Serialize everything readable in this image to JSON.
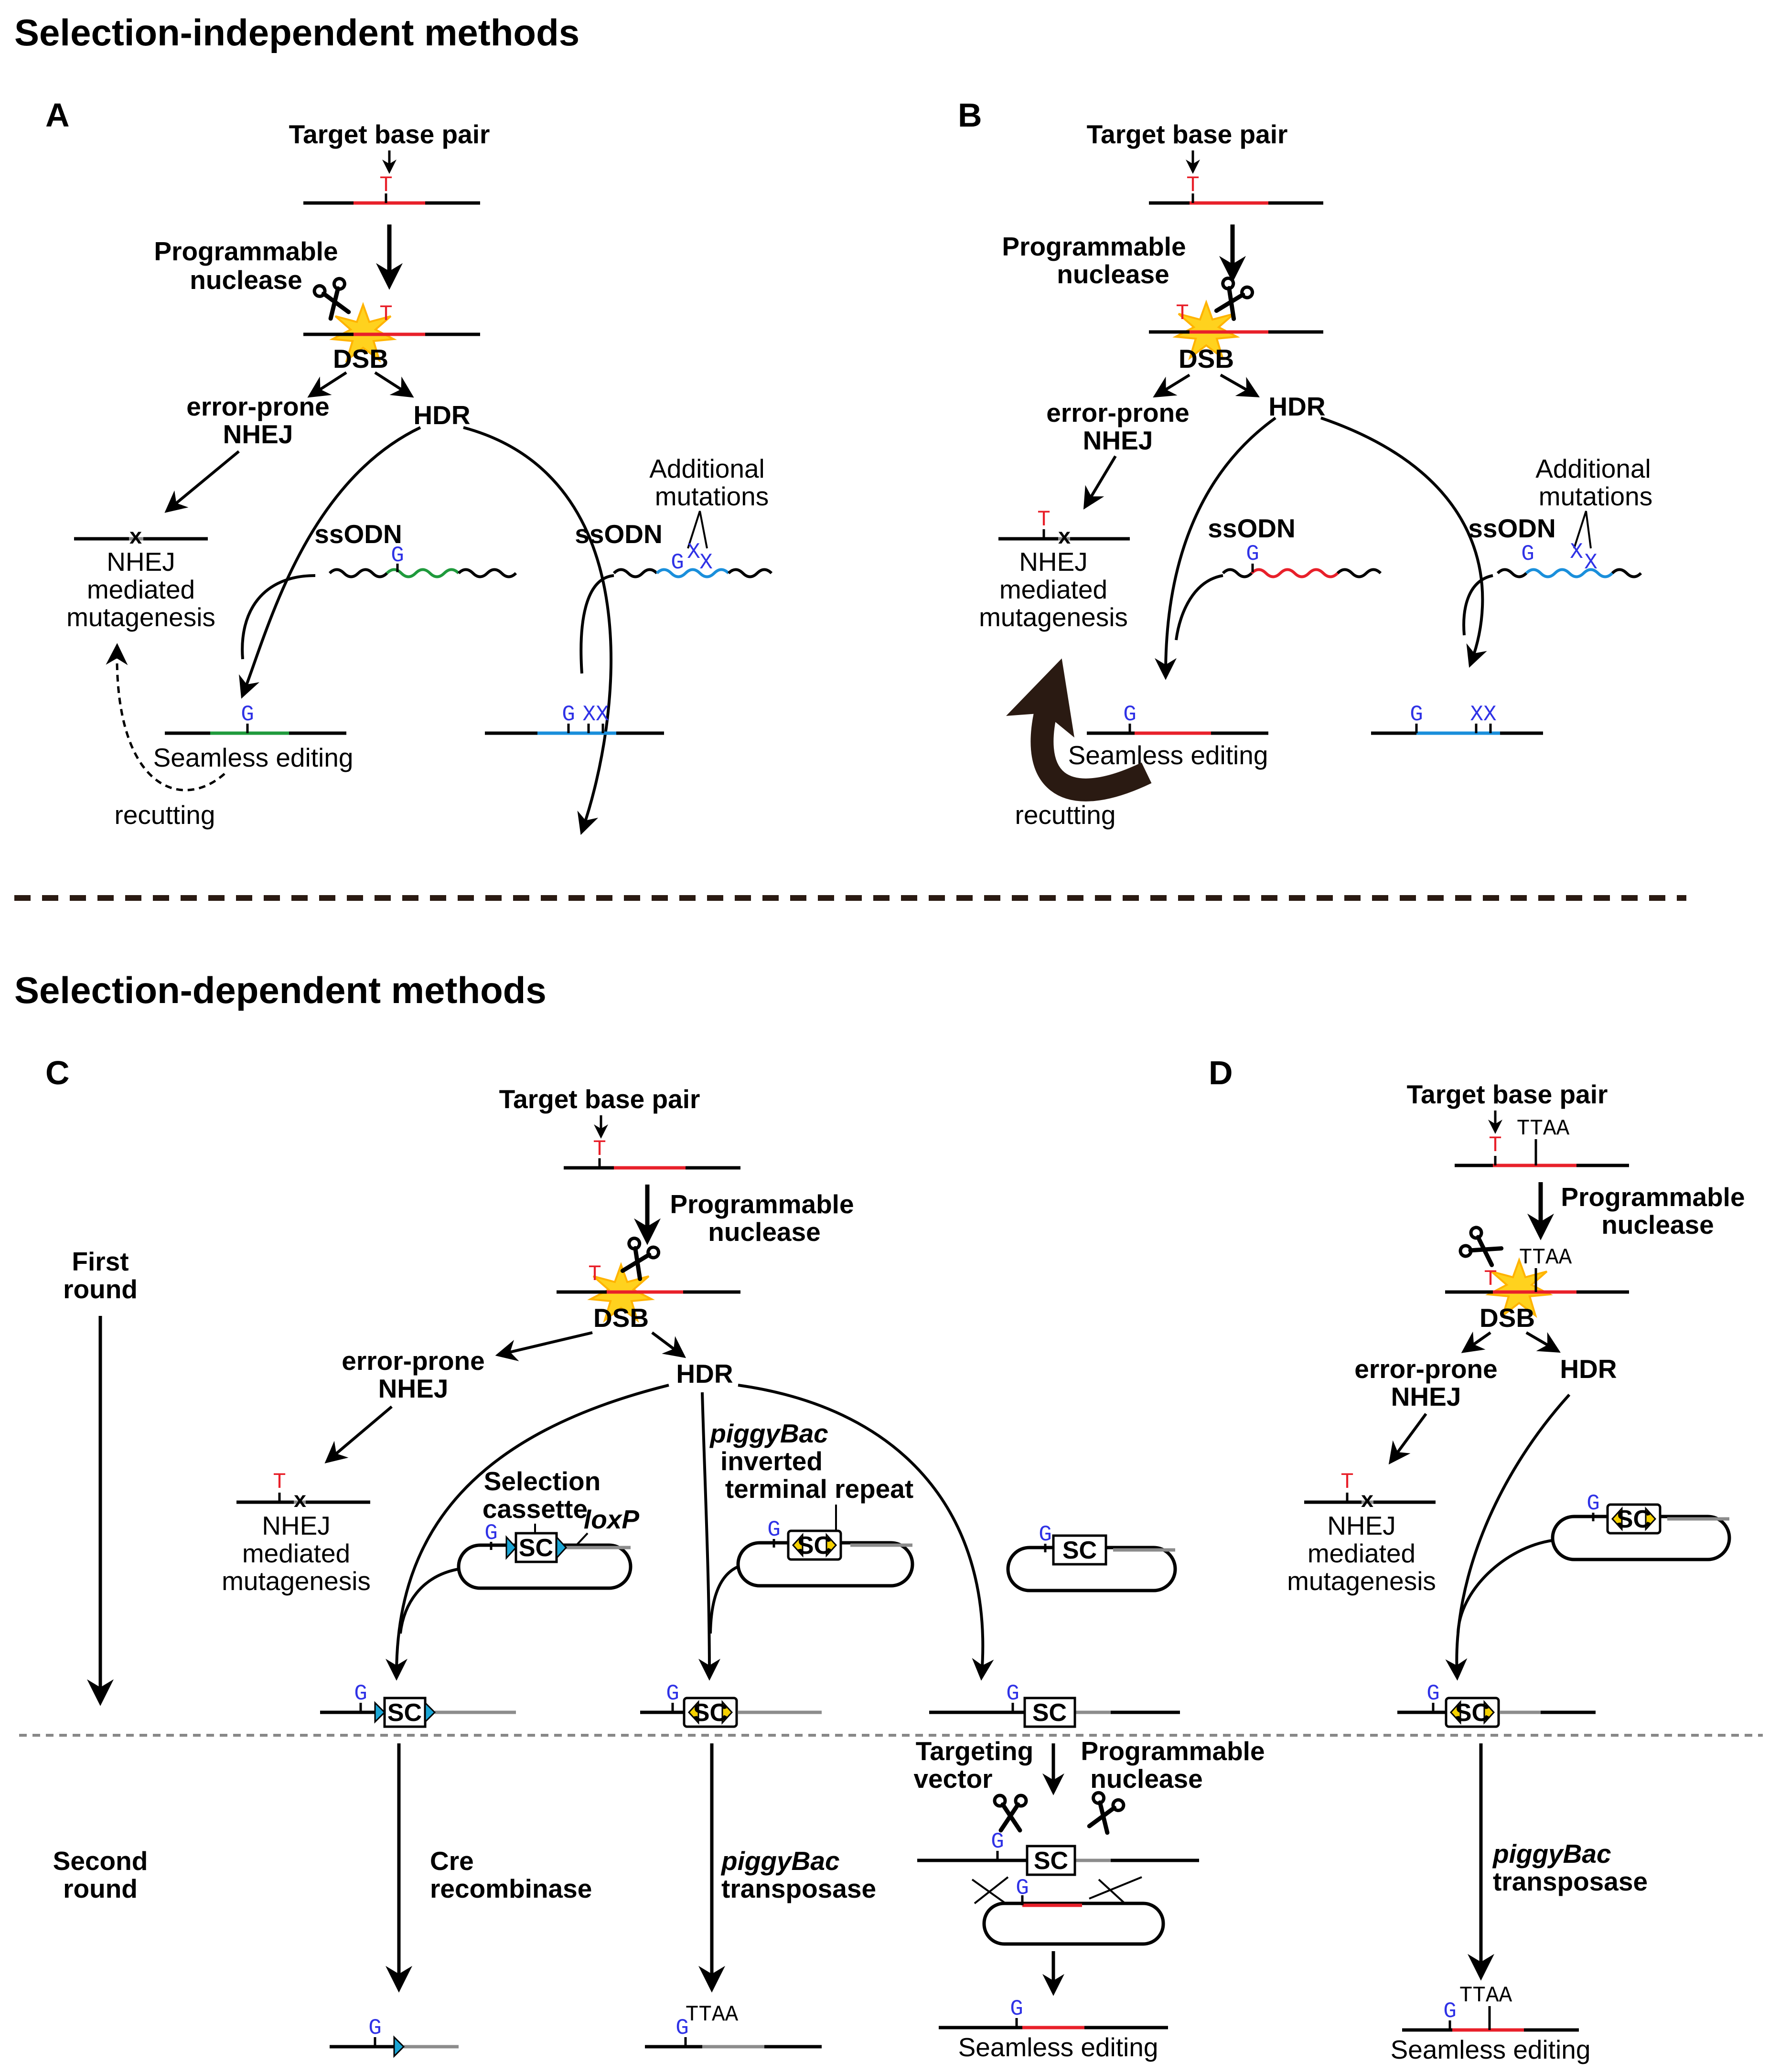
{
  "colors": {
    "target": "#e8202a",
    "edit": "#2f32e6",
    "ssodn_green": "#1f9a3c",
    "ssodn_blue": "#1a8fdb",
    "gray_seg": "#8c8c8c",
    "burst": "#ffd21e",
    "burst_edge": "#ffb300",
    "lox": "#1aa6d6",
    "pb": "#f5d000",
    "recut": "#2a1a12"
  },
  "headings": {
    "independent": "Selection-independent methods",
    "dependent": "Selection-dependent methods"
  },
  "panels": {
    "a": "A",
    "b": "B",
    "c": "C",
    "d": "D"
  },
  "labels": {
    "target_base_pair": "Target base pair",
    "programmable": "Programmable",
    "nuclease": "nuclease",
    "dsb": "DSB",
    "error_prone": "error-prone",
    "nhej": "NHEJ",
    "hdr": "HDR",
    "nhej_result_1": "NHEJ",
    "nhej_result_2": "mediated",
    "nhej_result_3": "mutagenesis",
    "ssodn": "ssODN",
    "additional_1": "Additional",
    "additional_2": "mutations",
    "seamless": "Seamless editing",
    "recutting": "recutting",
    "first_round_1": "First",
    "first_round_2": "round",
    "second_round_1": "Second",
    "second_round_2": "round",
    "selection_1": "Selection",
    "selection_2": "cassette",
    "loxp": "loxP",
    "piggybac": "piggyBac",
    "inverted_1": "inverted",
    "inverted_2": "terminal repeat",
    "cre_1": "Cre",
    "cre_2": "recombinase",
    "transposase": "transposase",
    "targeting_1": "Targeting",
    "targeting_2": "vector",
    "sc": "SC"
  },
  "bases": {
    "t": "T",
    "g": "G",
    "x": "X",
    "xx": "XX",
    "gxx": "GXX",
    "ttaa": "TTAA",
    "nhej_mark": "x"
  }
}
